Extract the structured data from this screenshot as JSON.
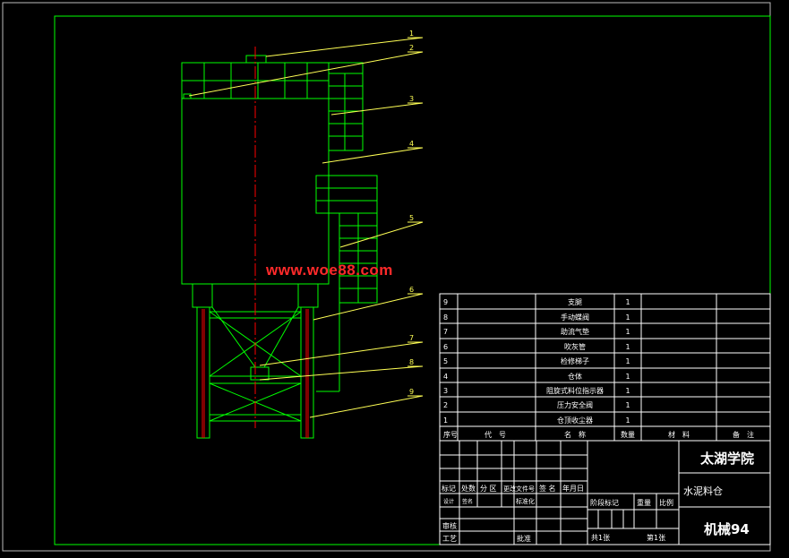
{
  "watermark": "www.woe88.com",
  "callouts": [
    "1",
    "2",
    "3",
    "4",
    "5",
    "6",
    "7",
    "8",
    "9"
  ],
  "bom": {
    "rows": [
      {
        "no": "9",
        "code": "",
        "name": "支腿",
        "qty": "1",
        "material": "",
        "remark": ""
      },
      {
        "no": "8",
        "code": "",
        "name": "手动蝶阀",
        "qty": "1",
        "material": "",
        "remark": ""
      },
      {
        "no": "7",
        "code": "",
        "name": "助流气垫",
        "qty": "1",
        "material": "",
        "remark": ""
      },
      {
        "no": "6",
        "code": "",
        "name": "吹灰管",
        "qty": "1",
        "material": "",
        "remark": ""
      },
      {
        "no": "5",
        "code": "",
        "name": "检修梯子",
        "qty": "1",
        "material": "",
        "remark": ""
      },
      {
        "no": "4",
        "code": "",
        "name": "仓体",
        "qty": "1",
        "material": "",
        "remark": ""
      },
      {
        "no": "3",
        "code": "",
        "name": "阻旋式料位指示器",
        "qty": "1",
        "material": "",
        "remark": ""
      },
      {
        "no": "2",
        "code": "",
        "name": "压力安全阀",
        "qty": "1",
        "material": "",
        "remark": ""
      },
      {
        "no": "1",
        "code": "",
        "name": "仓顶收尘器",
        "qty": "1",
        "material": "",
        "remark": ""
      }
    ],
    "header": {
      "no": "序号",
      "code": "代　号",
      "name": "名　称",
      "qty": "数量",
      "material": "材　料",
      "remark": "备　注"
    }
  },
  "title_block": {
    "school": "太湖学院",
    "drawing_name": "水泥料仓",
    "class_name": "机械94",
    "rev_headers": [
      "标记",
      "处数",
      "分 区",
      "更改文件号",
      "签 名",
      "年月日"
    ],
    "design_label": "设计",
    "std_label": "标准化",
    "sign_label": "签名",
    "stage_headers": [
      "阶段标记",
      "重量",
      "比例"
    ],
    "review_label": "审核",
    "process_label": "工艺",
    "approve_label": "批准",
    "sheets_total": "共1张",
    "sheet_no": "第1张"
  },
  "colors": {
    "frame": "#00ff00",
    "lines": "#ffffff",
    "leaders": "#ffff55",
    "centerline": "#ff0000",
    "watermark": "#ff2a2a"
  }
}
